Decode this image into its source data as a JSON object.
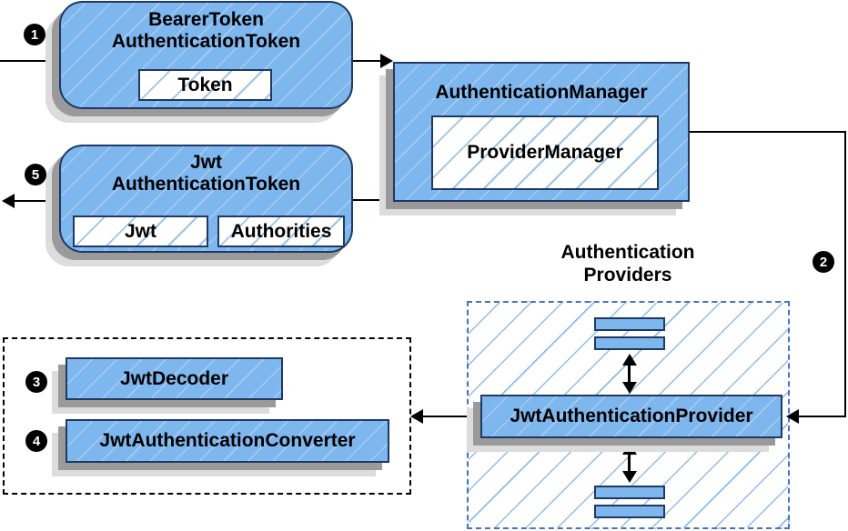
{
  "diagram": {
    "badges": {
      "step1": "1",
      "step2": "2",
      "step3": "3",
      "step4": "4",
      "step5": "5"
    },
    "bearer_token_node": {
      "title_line1": "BearerToken",
      "title_line2": "AuthenticationToken",
      "token_slot": "Token"
    },
    "auth_manager_node": {
      "title": "AuthenticationManager",
      "provider_manager_slot": "ProviderManager"
    },
    "jwt_token_node": {
      "title_line1": "Jwt",
      "title_line2": "AuthenticationToken",
      "jwt_slot": "Jwt",
      "authorities_slot": "Authorities"
    },
    "providers_group": {
      "label_line1": "Authentication",
      "label_line2": "Providers"
    },
    "jwt_authentication_provider_node": {
      "label": "JwtAuthenticationProvider"
    },
    "jwt_decoder_node": {
      "label": "JwtDecoder"
    },
    "jwt_authentication_converter_node": {
      "label": "JwtAuthenticationConverter"
    },
    "colors": {
      "node_fill": "#7EB6EE",
      "node_border": "#1F3864",
      "hatch_line": "#9CC3E8",
      "group_hatch_line": "#8FBCE8",
      "providers_dashed_border": "#4472C4",
      "shadow_dark": "#9A9A9A",
      "shadow_light": "#DCDCDC",
      "connector": "#000000"
    }
  }
}
